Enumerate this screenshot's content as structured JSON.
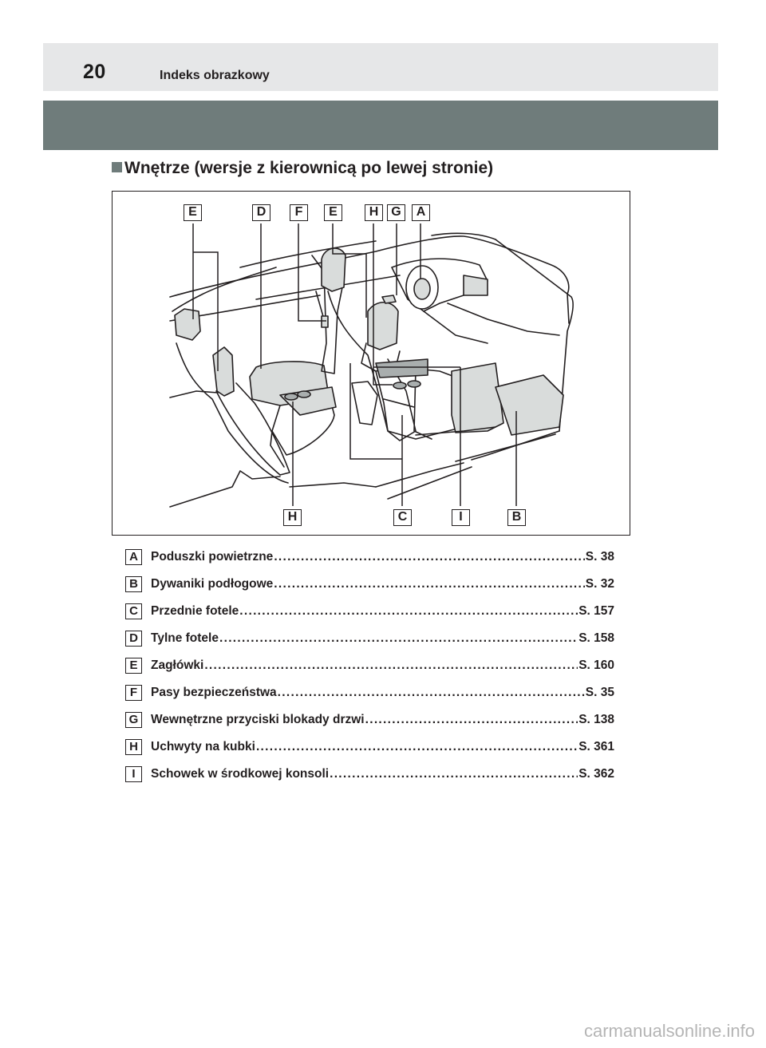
{
  "header": {
    "page_number": "20",
    "title": "Indeks obrazkowy"
  },
  "section": {
    "title": "Wnętrze (wersje z kierownicą po lewej stronie)"
  },
  "figure": {
    "top_labels": [
      "E",
      "D",
      "F",
      "E",
      "H",
      "G",
      "A"
    ],
    "bottom_labels": [
      "H",
      "C",
      "I",
      "B"
    ]
  },
  "legend": [
    {
      "key": "A",
      "text": "Poduszki powietrzne",
      "page": "S. 38"
    },
    {
      "key": "B",
      "text": "Dywaniki podłogowe",
      "page": "S. 32"
    },
    {
      "key": "C",
      "text": "Przednie fotele",
      "page": "S. 157"
    },
    {
      "key": "D",
      "text": "Tylne fotele",
      "page": "S. 158"
    },
    {
      "key": "E",
      "text": "Zagłówki",
      "page": "S. 160"
    },
    {
      "key": "F",
      "text": "Pasy bezpieczeństwa",
      "page": "S. 35"
    },
    {
      "key": "G",
      "text": "Wewnętrzne przyciski blokady drzwi",
      "page": "S. 138"
    },
    {
      "key": "H",
      "text": "Uchwyty na kubki",
      "page": "S. 361"
    },
    {
      "key": "I",
      "text": "Schowek w środkowej konsoli",
      "page": "S. 362"
    }
  ],
  "footer": {
    "watermark": "carmanualsonline.info"
  }
}
